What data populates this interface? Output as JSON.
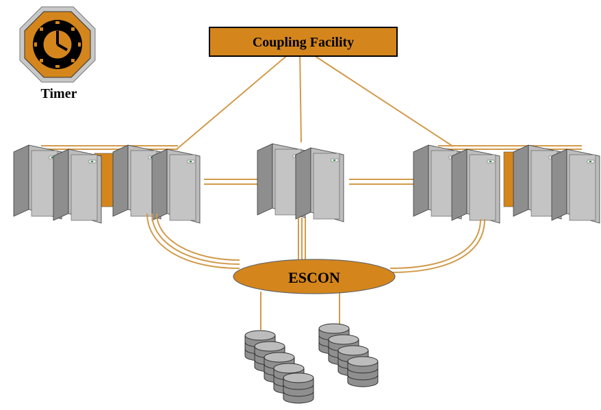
{
  "diagram": {
    "timer_label": "Timer",
    "coupling_facility_label": "Coupling Facility",
    "escon_label": "ESCON"
  },
  "colors": {
    "accent": "#d4861c",
    "link": "#d19a4a",
    "cabinet": "#b3b3b3",
    "cabinet_dark": "#8a8a8a",
    "outline": "#3a3a3a"
  },
  "icons": {
    "timer": "clock-icon",
    "storage": "disk-icon",
    "server": "server-cabinet-icon"
  }
}
